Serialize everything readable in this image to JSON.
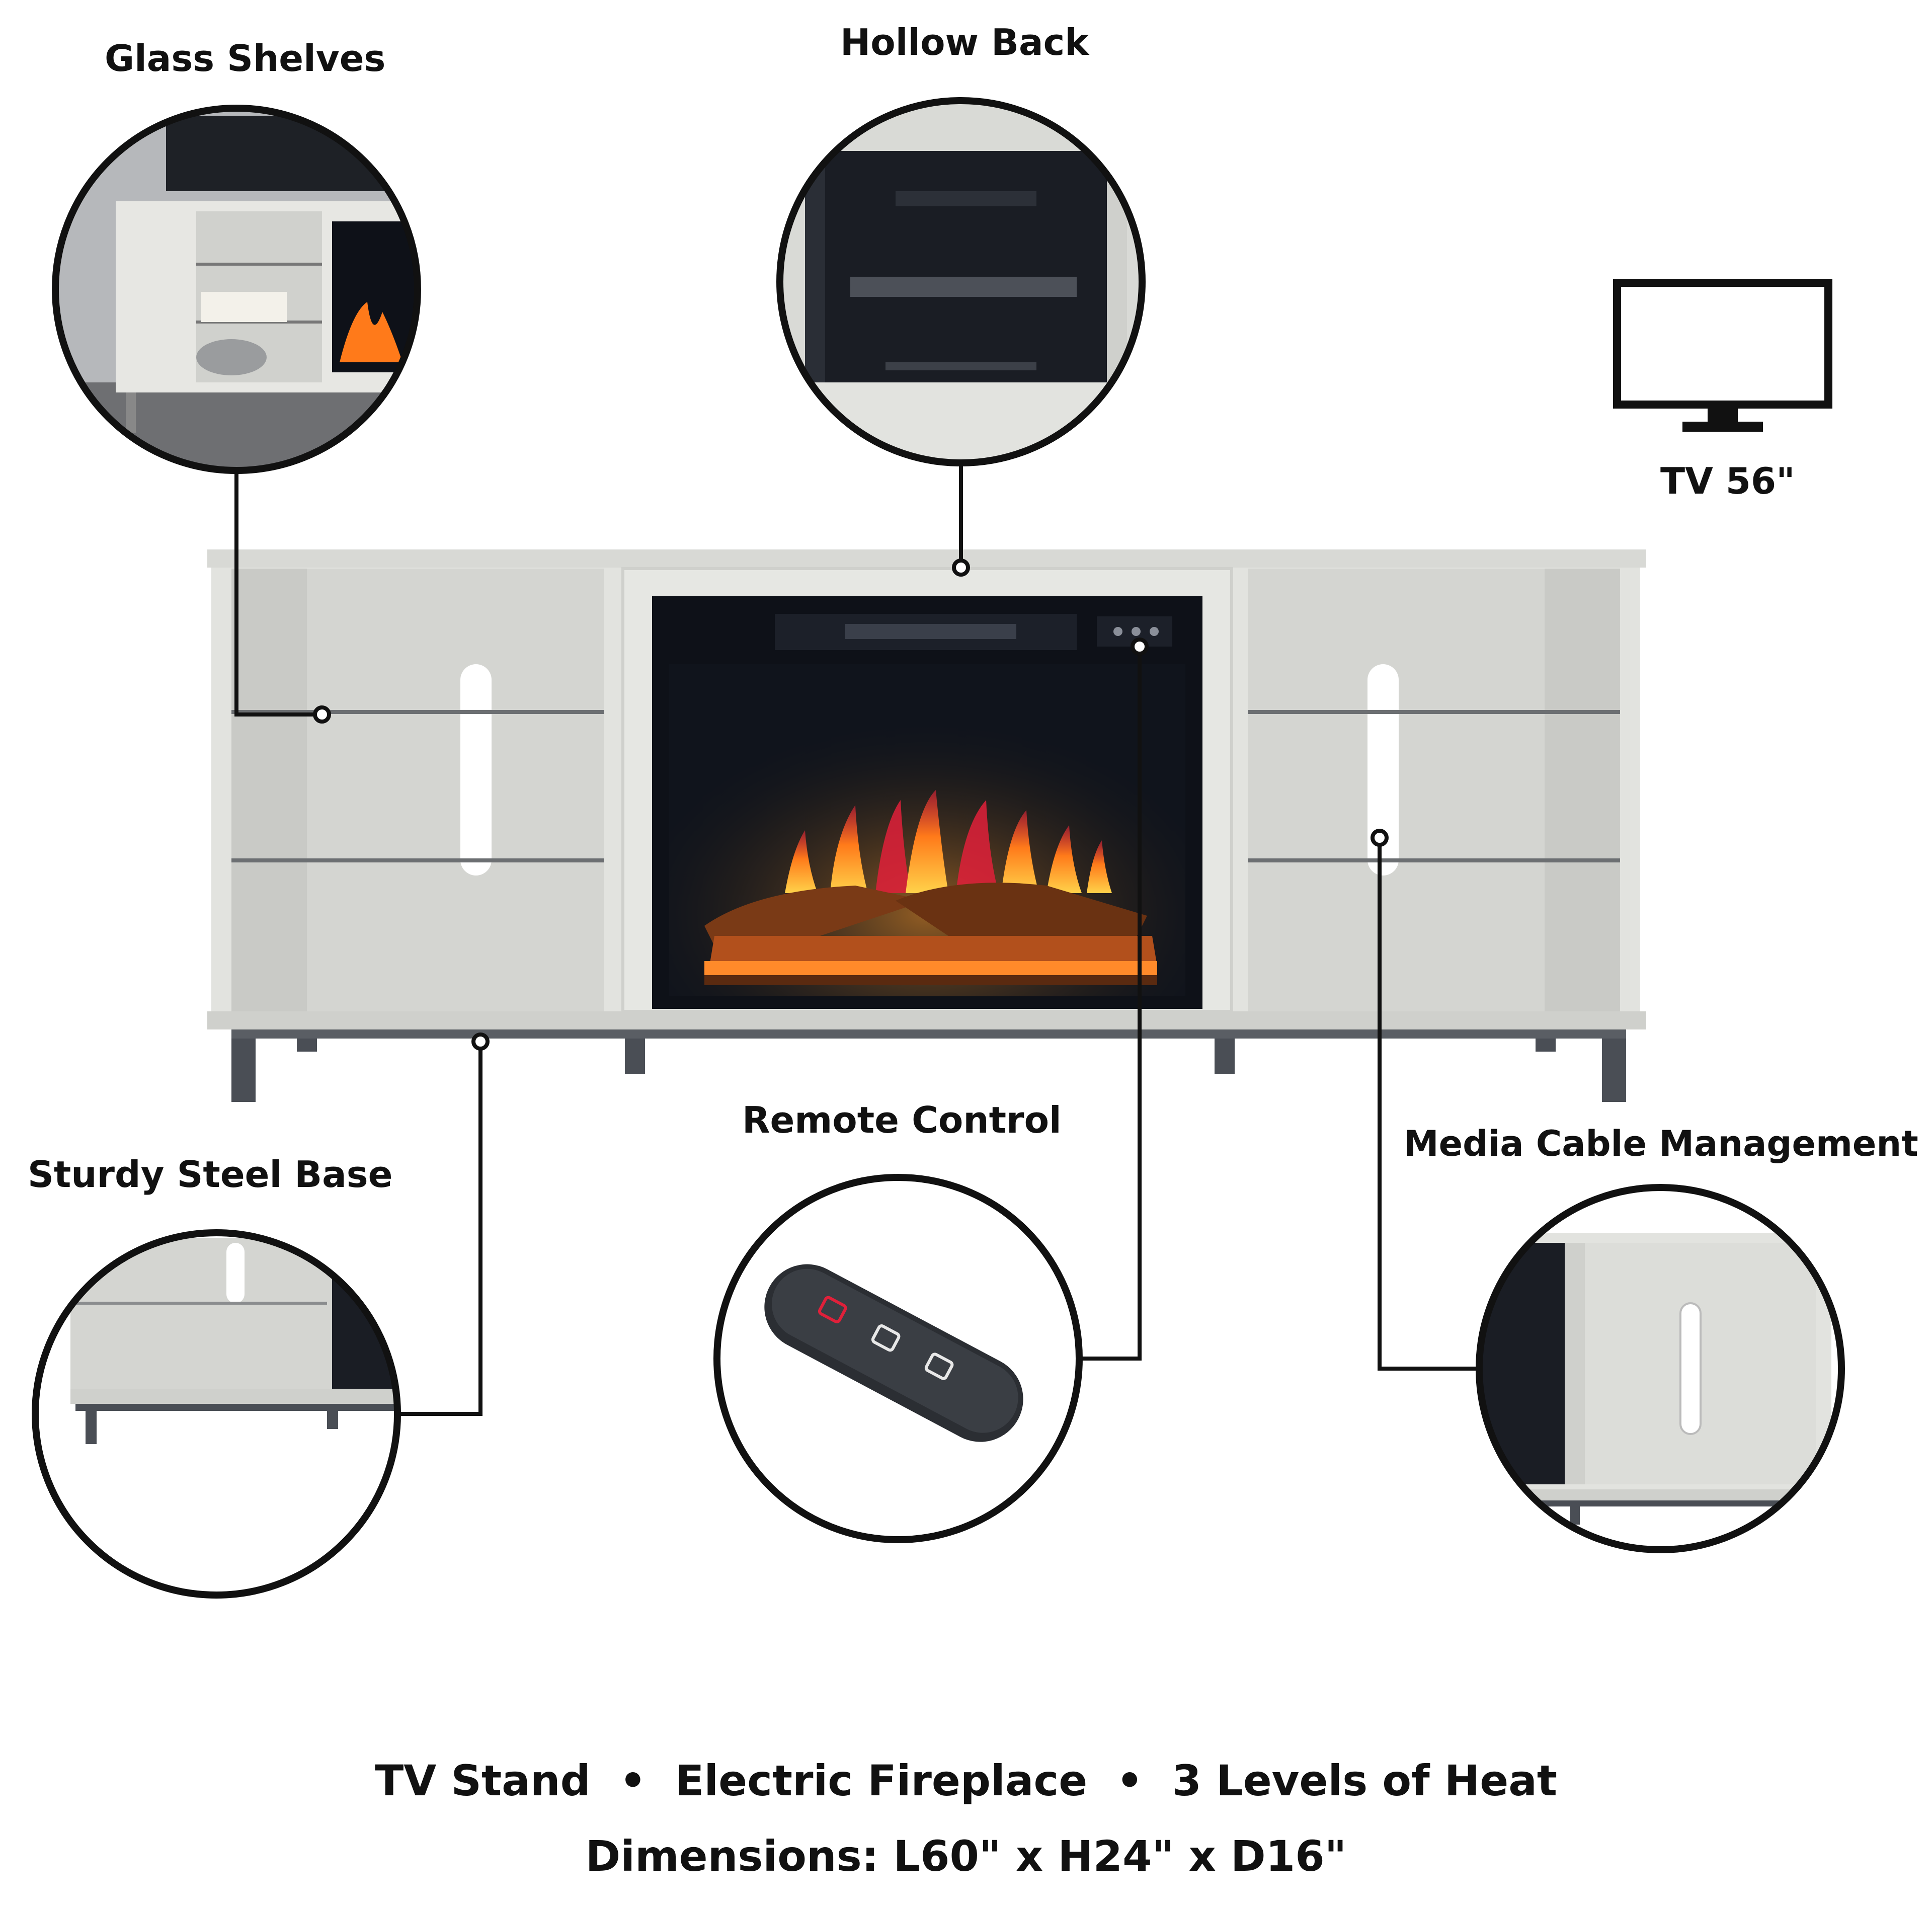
{
  "callouts": {
    "glass_shelves": "Glass Shelves",
    "hollow_back": "Hollow Back",
    "tv_size": "TV 56\"",
    "sturdy_steel_base": "Sturdy Steel Base",
    "remote_control": "Remote Control",
    "media_cable_management": "Media Cable Management"
  },
  "footer": {
    "features": {
      "item1": "TV Stand",
      "separator1": "•",
      "item2": "Electric Fireplace",
      "separator2": "•",
      "item3": "3 Levels of Heat"
    },
    "dimensions": "Dimensions: L60\" x H24\" x D16\""
  },
  "icons": [
    "tv-icon",
    "remote-control-icon"
  ],
  "colors": {
    "text": "#111111",
    "cabinet": "#e2e3df",
    "cabinet_shadow": "#cfd0cc",
    "steel": "#4a4e55",
    "fire_orange": "#ff7a1a",
    "fire_red": "#e0203a",
    "firebox": "#0e1118"
  }
}
